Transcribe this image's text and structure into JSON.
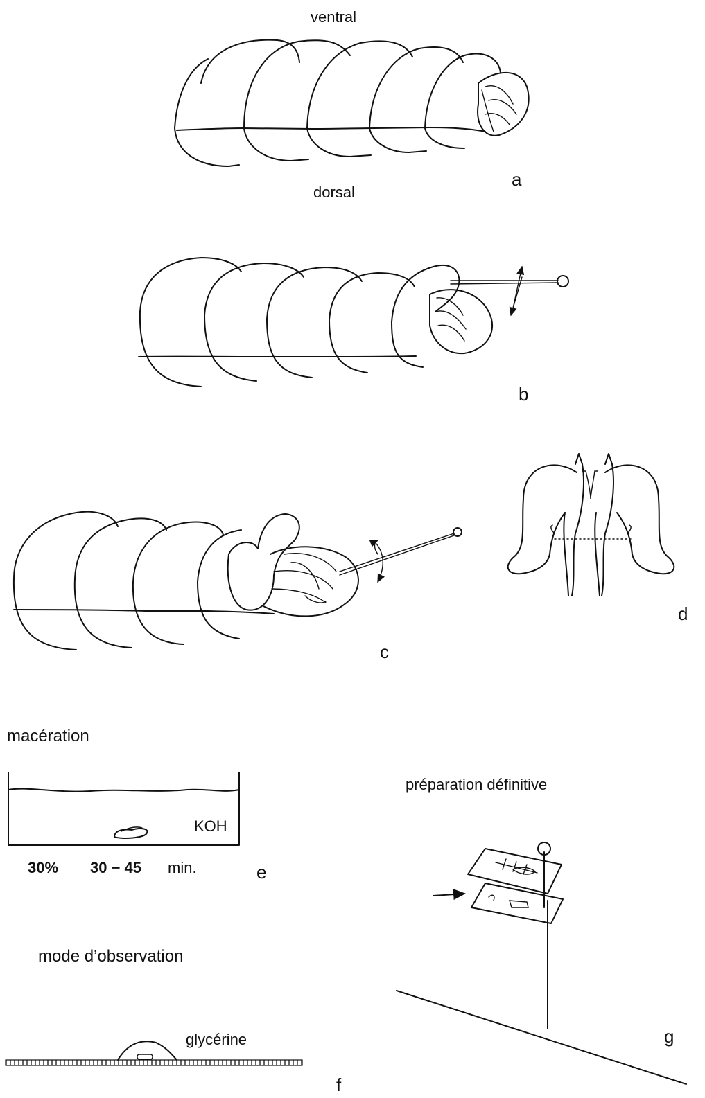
{
  "labels": {
    "ventral": "ventral",
    "dorsal": "dorsal",
    "a": "a",
    "b": "b",
    "c": "c",
    "d": "d",
    "e": "e",
    "f": "f",
    "g": "g",
    "maceration": "macération",
    "koh": "KOH",
    "percent": "30%",
    "time_range": "30 − 45",
    "time_unit": "min.",
    "preparation": "préparation définitive",
    "observation": "mode d’observation",
    "glycerine": "glycérine"
  }
}
